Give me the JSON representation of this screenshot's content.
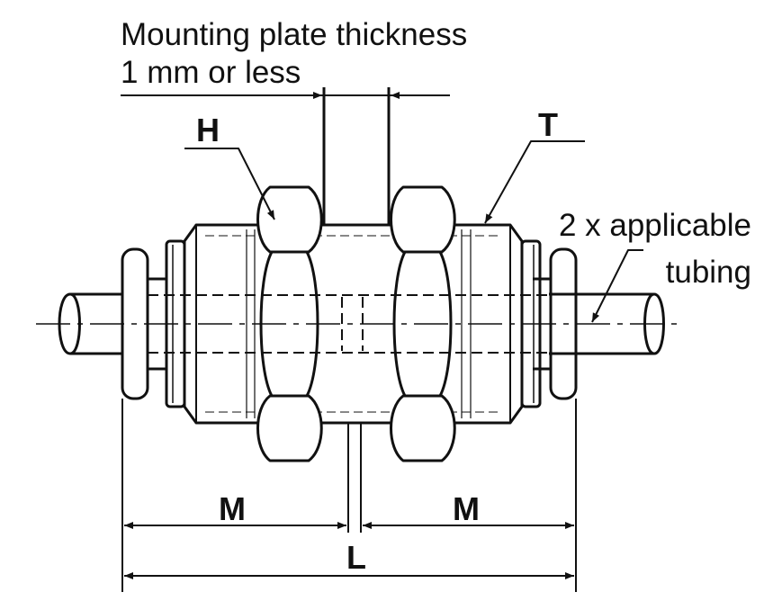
{
  "labels": {
    "title_line1": "Mounting plate thickness",
    "title_line2": "1 mm or less",
    "h": "H",
    "t": "T",
    "tubing_line1": "2 x applicable",
    "tubing_line2": "tubing",
    "m_left": "M",
    "m_right": "M",
    "l": "L"
  },
  "colors": {
    "line": "#111111",
    "background": "#ffffff"
  }
}
